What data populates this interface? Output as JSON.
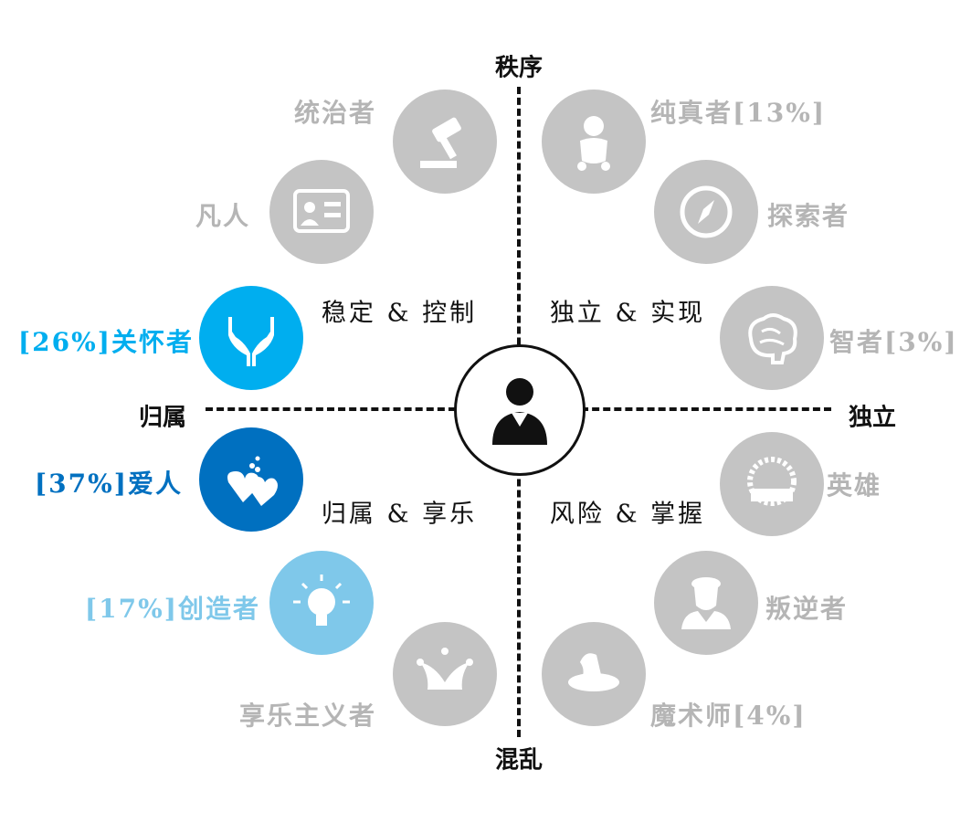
{
  "axes": {
    "top": "秩序",
    "bottom": "混乱",
    "left": "归属",
    "right": "独立"
  },
  "quadrants": {
    "top_left": "稳定 & 控制",
    "top_right": "独立 & 实现",
    "bottom_left": "归属 & 享乐",
    "bottom_right": "风险 & 掌握"
  },
  "archetypes": [
    {
      "id": "ruler",
      "label": "统治者",
      "icon": "gavel-icon",
      "color": "#c4c4c4",
      "text_color": "#b5b5b5"
    },
    {
      "id": "innocent",
      "label": "纯真者[13%]",
      "icon": "baby-icon",
      "color": "#c4c4c4",
      "text_color": "#b5b5b5"
    },
    {
      "id": "everyman",
      "label": "凡人",
      "icon": "id-card-icon",
      "color": "#c4c4c4",
      "text_color": "#b5b5b5"
    },
    {
      "id": "explorer",
      "label": "探索者",
      "icon": "compass-icon",
      "color": "#c4c4c4",
      "text_color": "#b5b5b5"
    },
    {
      "id": "caregiver",
      "label": "[26%]关怀者",
      "icon": "hands-icon",
      "color": "#00aeef",
      "text_color": "#00aeef"
    },
    {
      "id": "sage",
      "label": "智者[3%]",
      "icon": "brain-icon",
      "color": "#c4c4c4",
      "text_color": "#b5b5b5"
    },
    {
      "id": "lover",
      "label": "[37%]爱人",
      "icon": "hearts-icon",
      "color": "#0070c0",
      "text_color": "#0070c0"
    },
    {
      "id": "hero",
      "label": "英雄",
      "icon": "badge-icon",
      "color": "#c4c4c4",
      "text_color": "#b5b5b5"
    },
    {
      "id": "creator",
      "label": "[17%]创造者",
      "icon": "lightbulb-icon",
      "color": "#7fc8ea",
      "text_color": "#7fc8ea"
    },
    {
      "id": "rebel",
      "label": "叛逆者",
      "icon": "rebel-icon",
      "color": "#c4c4c4",
      "text_color": "#b5b5b5"
    },
    {
      "id": "jester",
      "label": "享乐主义者",
      "icon": "jester-hat-icon",
      "color": "#c4c4c4",
      "text_color": "#b5b5b5"
    },
    {
      "id": "magician",
      "label": "魔术师[4%]",
      "icon": "wizard-hat-icon",
      "color": "#c4c4c4",
      "text_color": "#b5b5b5"
    }
  ]
}
